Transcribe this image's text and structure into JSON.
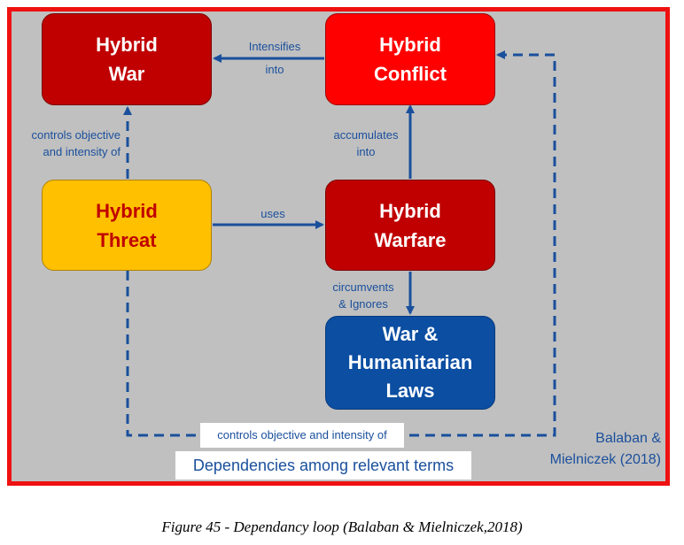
{
  "nodes": {
    "hybrid_war": [
      "Hybrid",
      "War"
    ],
    "hybrid_conflict": [
      "Hybrid",
      "Conflict"
    ],
    "hybrid_threat": [
      "Hybrid",
      "Threat"
    ],
    "hybrid_warfare": [
      "Hybrid",
      "Warfare"
    ],
    "war_humanitarian_laws": [
      "War &",
      "Humanitarian",
      "Laws"
    ]
  },
  "edges": {
    "intensifies_into": [
      "Intensifies",
      "into"
    ],
    "accumulates_into": [
      "accumulates",
      "into"
    ],
    "uses": "uses",
    "circumvents_ignores": [
      "circumvents",
      "&  Ignores"
    ],
    "controls_left": [
      "controls objective",
      "and intensity of"
    ],
    "controls_bottom": "controls objective and intensity of"
  },
  "subtitle": "Dependencies among relevant terms",
  "credit": [
    "Balaban &",
    "Mielniczek (2018)"
  ],
  "figure_caption": "Figure 45 - Dependancy loop (Balaban & Mielniczek,2018)",
  "colors": {
    "frame": "#ee1111",
    "background": "#c0c0c0",
    "dark_red": "#c00000",
    "bright_red": "#ff0000",
    "yellow": "#ffc000",
    "blue": "#0b4ea2",
    "connector": "#1a4f9c"
  }
}
